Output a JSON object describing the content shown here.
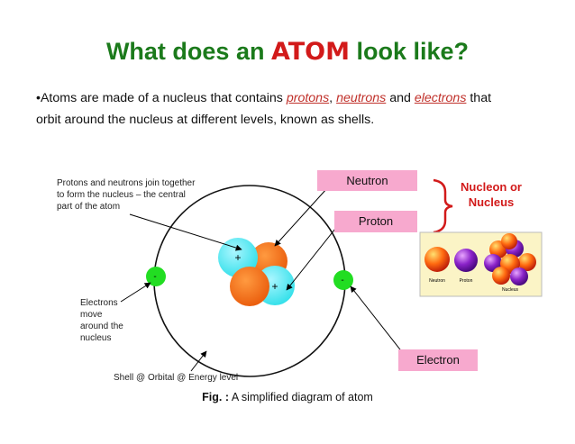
{
  "title": {
    "prefix": "What does an ",
    "highlight": "ATOM",
    "suffix": " look like?"
  },
  "intro": {
    "bullet": "•",
    "t1": "Atoms are made of a nucleus that contains ",
    "k1": "protons",
    "t2": ", ",
    "k2": "neutrons",
    "t3": " and ",
    "k3": "electrons",
    "t4": " that",
    "line2": "orbit around the nucleus at different levels, known as shells."
  },
  "notes": {
    "nucleus_l1": "Protons and neutrons join together",
    "nucleus_l2": "to form the nucleus – the central",
    "nucleus_l3": "part of the atom",
    "electrons_l1": "Electrons",
    "electrons_l2": "move",
    "electrons_l3": "around the",
    "electrons_l4": "nucleus",
    "shell": "Shell @ Orbital @ Energy level"
  },
  "labels": {
    "neutron": "Neutron",
    "proton": "Proton",
    "electron": "Electron",
    "nucleon_l1": "Nucleon or",
    "nucleon_l2": "Nucleus"
  },
  "diagram_signs": {
    "plus": "+",
    "minus": "-"
  },
  "photo_labels": {
    "neutron": "Neutron",
    "proton": "Proton",
    "nucleus": "Nucleus"
  },
  "caption": {
    "prefix": "Fig. :",
    "text": " A simplified diagram of atom"
  },
  "colors": {
    "title": "#1b7a1b",
    "atom_word": "#d21a1a",
    "pink_box": "#f7a9ce",
    "proton": "#3fe6ee",
    "neutron": "#f06a12",
    "electron": "#22dd22"
  }
}
